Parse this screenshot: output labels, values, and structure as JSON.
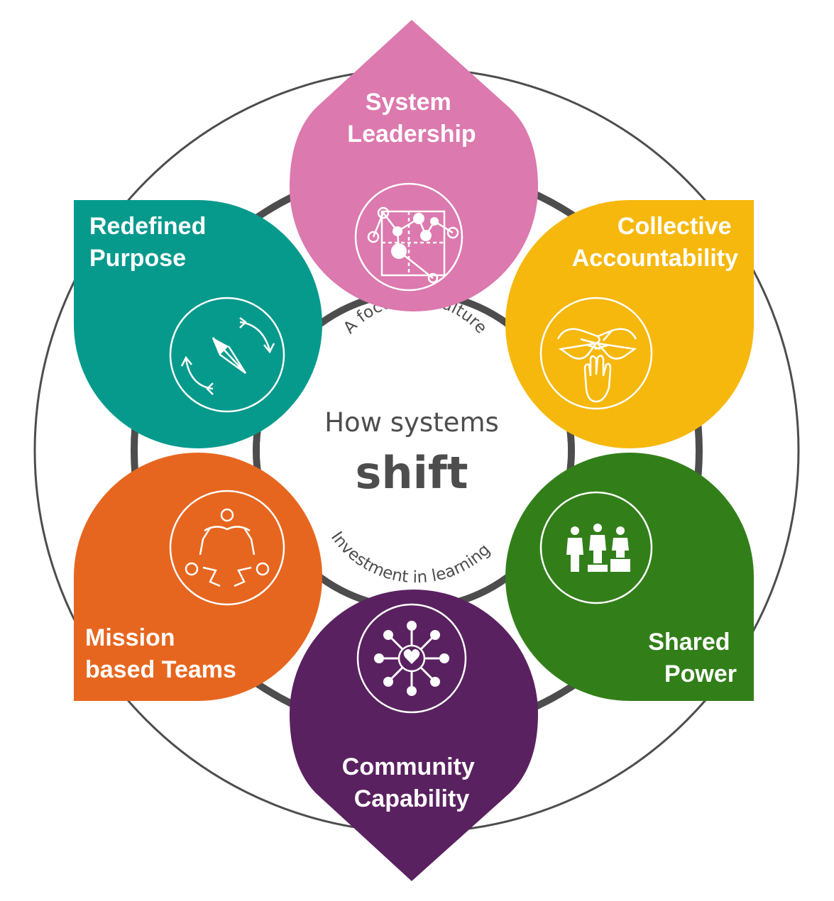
{
  "center": {
    "line1": "How systems",
    "line2": "shift",
    "arc_top": "A focus on culture",
    "arc_bottom": "Investment in learning"
  },
  "petals": [
    {
      "id": "system-leadership",
      "lines": [
        "System",
        "Leadership"
      ],
      "color": "#dc79ae",
      "icon": "network-graph-icon"
    },
    {
      "id": "collective-accountability",
      "lines": [
        "Collective",
        "Accountability"
      ],
      "color": "#f6b80d",
      "icon": "joined-hands-icon"
    },
    {
      "id": "shared-power",
      "lines": [
        "Shared",
        "Power"
      ],
      "color": "#327f1a",
      "icon": "people-on-podiums-icon"
    },
    {
      "id": "community-capability",
      "lines": [
        "Community",
        "Capability"
      ],
      "color": "#5a2160",
      "icon": "heart-network-icon"
    },
    {
      "id": "mission-based-teams",
      "lines": [
        "Mission",
        "based Teams"
      ],
      "color": "#e7661f",
      "icon": "team-circle-icon"
    },
    {
      "id": "redefined-purpose",
      "lines": [
        "Redefined",
        "Purpose"
      ],
      "color": "#069a8d",
      "icon": "compass-cycle-icon"
    }
  ]
}
